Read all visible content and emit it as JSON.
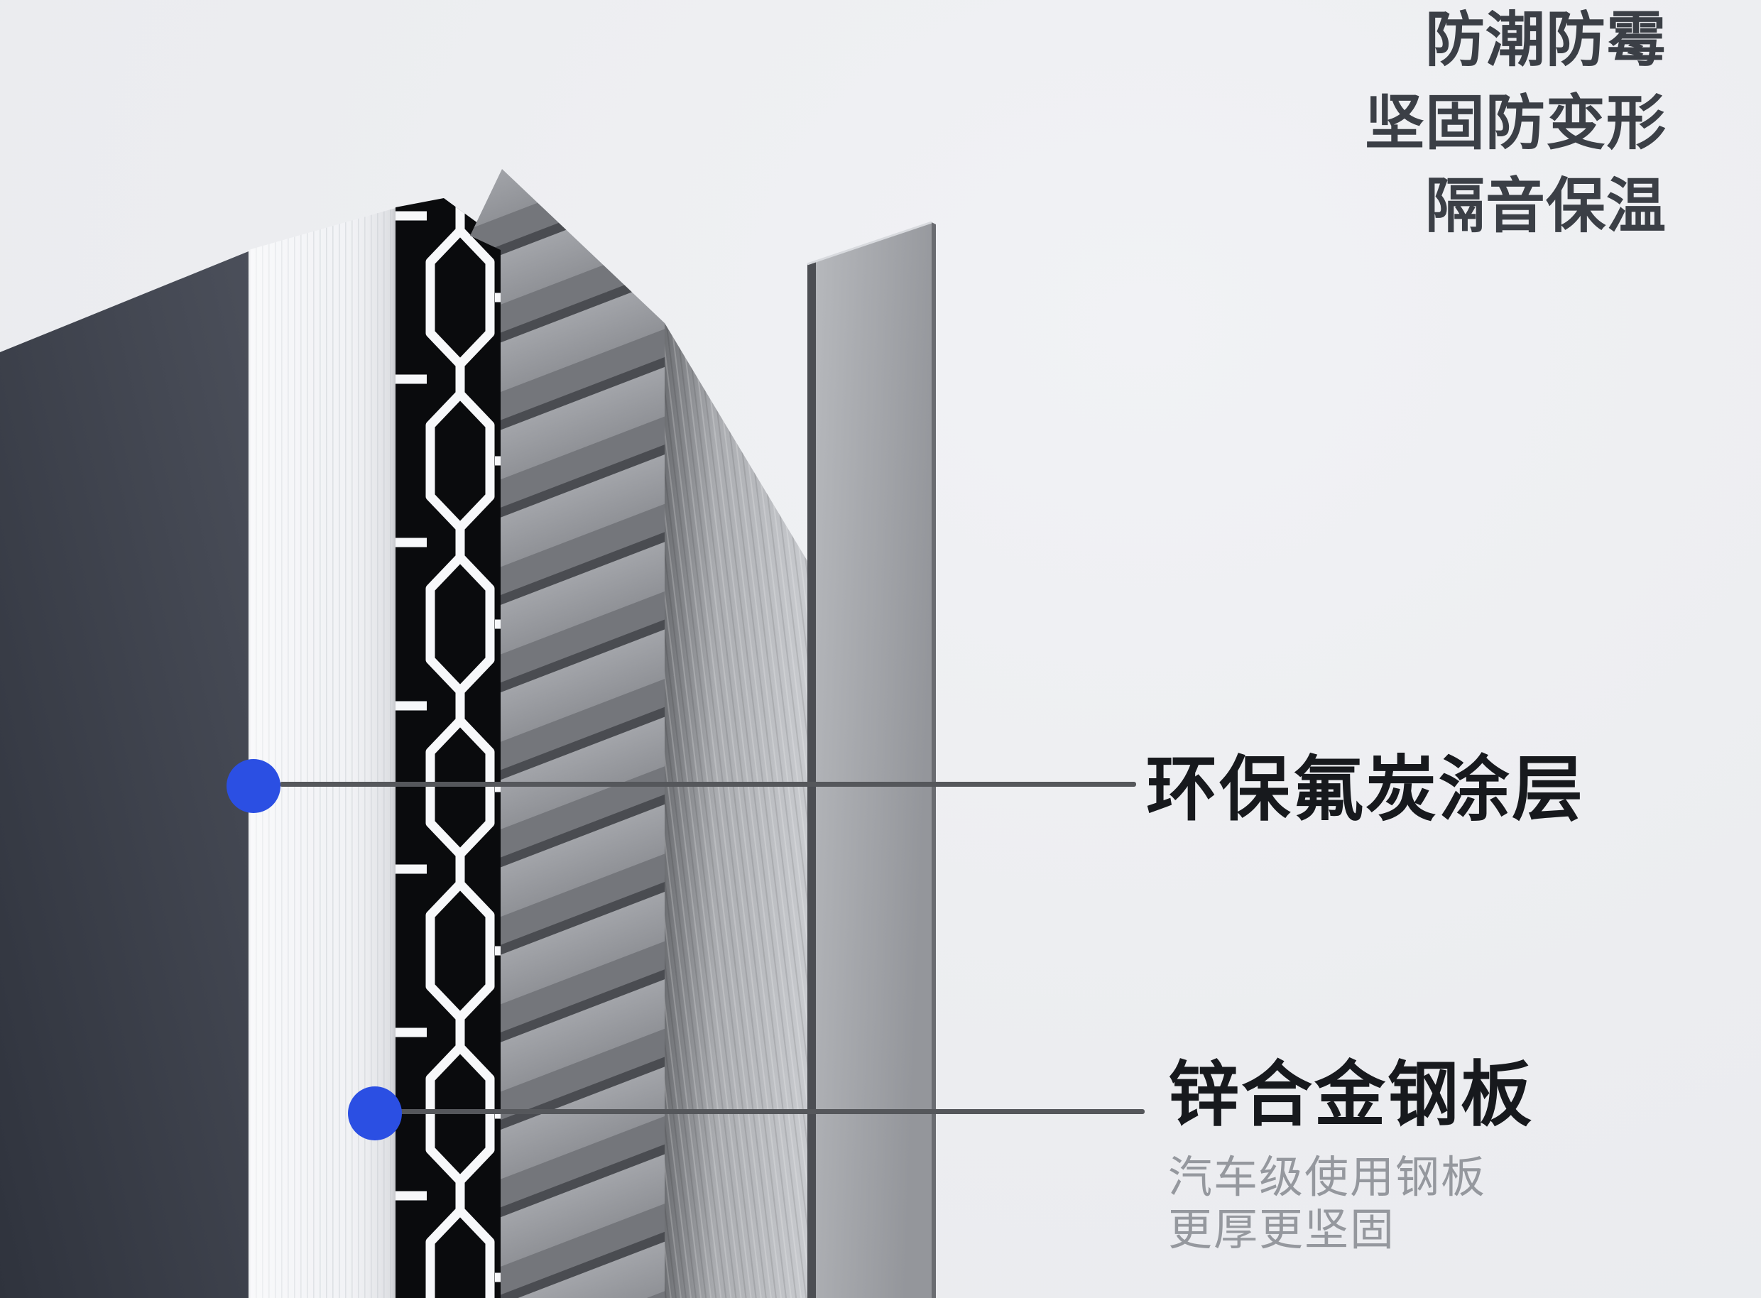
{
  "page": {
    "background": "#ecedf0"
  },
  "features": {
    "items": [
      "防潮防霉",
      "坚固防变形",
      "隔音保温"
    ]
  },
  "callouts": {
    "coating": {
      "label": "环保氟炭涂层"
    },
    "steel": {
      "label": "锌合金钢板",
      "sub": [
        "汽车级使用钢板",
        "更厚更坚固"
      ]
    }
  },
  "colors": {
    "accent_blue": "#2b4fe3",
    "heading_text": "#17191d",
    "feature_text": "#3b3f46",
    "sub_text": "#95989e",
    "leader_line": "#55575b"
  }
}
